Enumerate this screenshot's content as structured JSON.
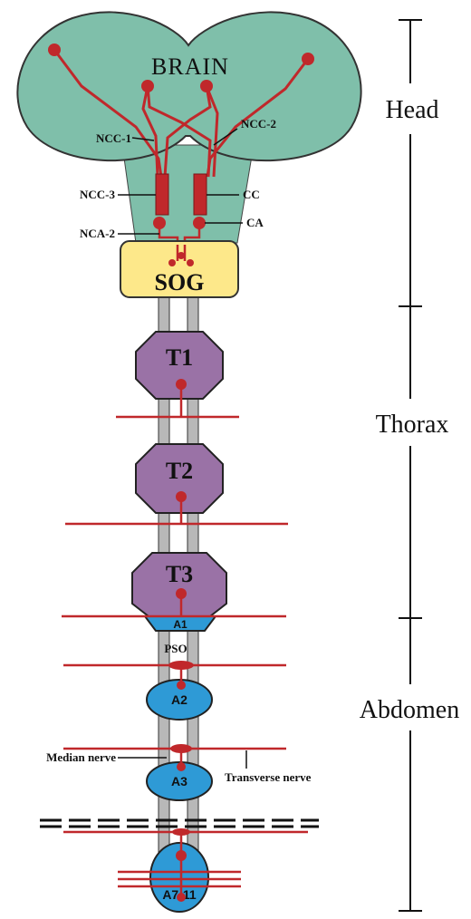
{
  "colors": {
    "brain_fill": "#7fbfaa",
    "nerve_red": "#c0282b",
    "sog_fill": "#fde88a",
    "thoracic_fill": "#9a72a6",
    "abdominal_fill": "#2e9ad6",
    "cord_gray": "#b8b8b8"
  },
  "labels": {
    "brain": "BRAIN",
    "ncc1": "NCC-1",
    "ncc2": "NCC-2",
    "ncc3": "NCC-3",
    "cc": "CC",
    "ca": "CA",
    "nca2": "NCA-2",
    "sog": "SOG",
    "t1": "T1",
    "t2": "T2",
    "t3": "T3",
    "a1": "A1",
    "pso": "PSO",
    "a2": "A2",
    "median_nerve": "Median nerve",
    "a3": "A3",
    "transverse_nerve": "Transverse nerve",
    "a7_11": "A7-11"
  },
  "segments": {
    "head": "Head",
    "thorax": "Thorax",
    "abdomen": "Abdomen"
  }
}
